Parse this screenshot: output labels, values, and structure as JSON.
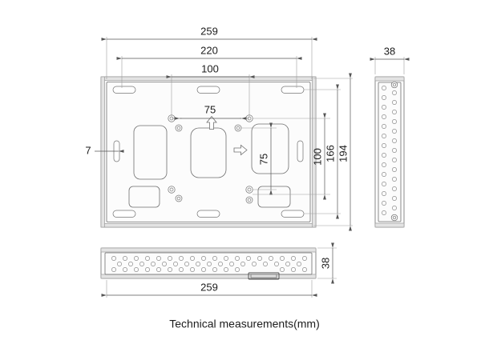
{
  "document": {
    "title": "Technical measurements(mm)",
    "caption": "Technical measurements(mm)",
    "units": "mm",
    "line_color": "#6e6e6e",
    "dim_color": "#555555",
    "text_color": "#1c1c1c",
    "background": "#ffffff"
  },
  "views": {
    "front": {
      "name": "front-plate-view",
      "width_label": "259",
      "height_label": "194"
    },
    "side": {
      "name": "side-profile-view",
      "thickness_label": "38"
    },
    "bottom": {
      "name": "bottom-profile-view",
      "width_label": "259",
      "thickness_label": "38"
    }
  },
  "dimensions": {
    "overall_width": "259",
    "mount_width_outer": "220",
    "mount_width_inner": "100",
    "vesa_horizontal": "75",
    "vesa_vertical": "75",
    "slot_thickness": "7",
    "inner_height": "100",
    "mid_height": "166",
    "overall_height": "194",
    "side_thickness": "38",
    "bottom_width": "259",
    "bottom_thickness": "38"
  },
  "labels": {
    "d259_top": "259",
    "d220": "220",
    "d100_top": "100",
    "d75_horizontal": "75",
    "d75_vertical": "75",
    "d7_left": "7",
    "d100_right": "100",
    "d166_right": "166",
    "d194_right": "194",
    "d38_side": "38",
    "d38_bottom": "38",
    "d259_bottom": "259"
  },
  "annotations": {
    "orientation_up": "up-arrow-marker",
    "orientation_right": "right-arrow-marker"
  }
}
